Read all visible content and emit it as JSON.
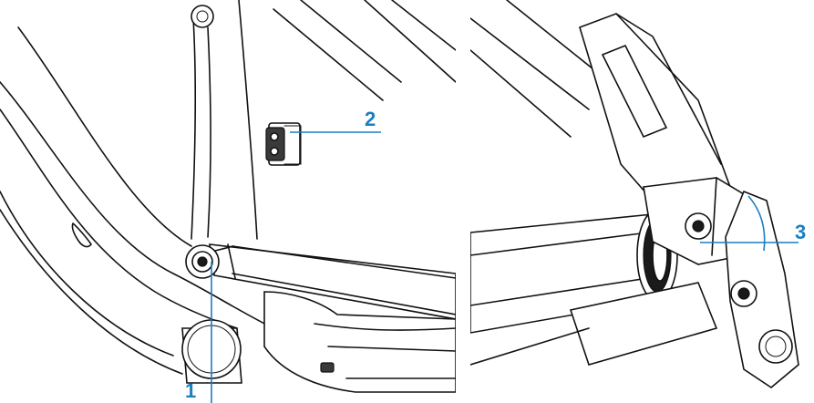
{
  "callouts": {
    "c1": {
      "label": "1"
    },
    "c2": {
      "label": "2"
    },
    "c3": {
      "label": "3"
    }
  },
  "colors": {
    "callout": "#1a7fc1",
    "line_art": "#111111",
    "background": "#ffffff"
  }
}
